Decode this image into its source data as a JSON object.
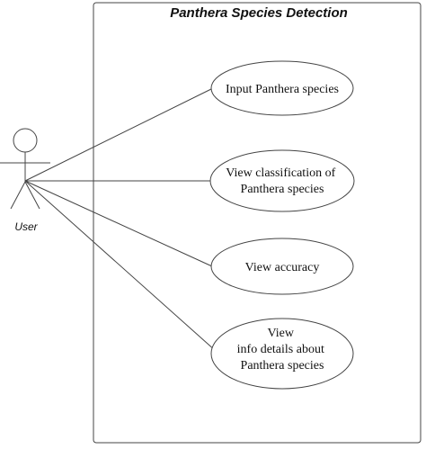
{
  "system": {
    "title": "Panthera Species Detection"
  },
  "actor": {
    "label": "User"
  },
  "use_cases": [
    {
      "lines": [
        "Input Panthera species"
      ]
    },
    {
      "lines": [
        "View classification of",
        "Panthera species"
      ]
    },
    {
      "lines": [
        "View accuracy"
      ]
    },
    {
      "lines": [
        "View",
        "info details about",
        "Panthera species"
      ]
    }
  ],
  "colors": {
    "stroke": "#444444",
    "text": "#111111",
    "background": "#ffffff"
  }
}
